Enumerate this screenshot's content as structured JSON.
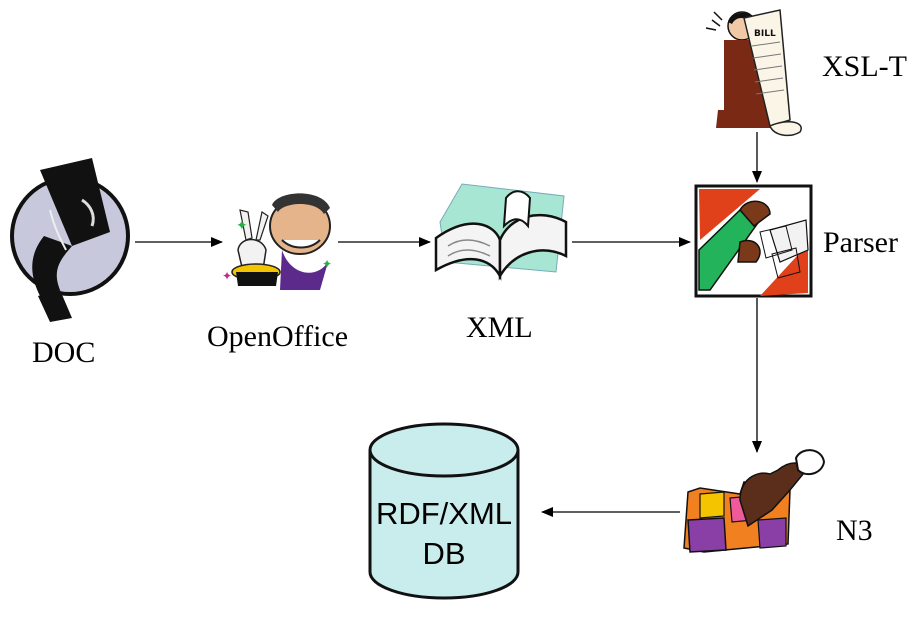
{
  "nodes": {
    "doc": {
      "label": "DOC",
      "icon": "hand-holding-document-icon"
    },
    "openoffice": {
      "label": "OpenOffice",
      "icon": "magician-with-rabbit-icon"
    },
    "xml": {
      "label": "XML",
      "icon": "open-book-icon"
    },
    "xslt": {
      "label": "XSL-T",
      "icon": "man-reading-bill-scroll-icon"
    },
    "parser": {
      "label": "Parser",
      "icon": "hands-sorting-papers-icon"
    },
    "n3": {
      "label": "N3",
      "icon": "hand-assembling-puzzle-icon"
    },
    "db": {
      "line1": "RDF/XML",
      "line2": "DB",
      "icon": "database-cylinder-icon"
    }
  },
  "colors": {
    "db_fill": "#c9ecec",
    "arrow": "#000000",
    "puzzle_orange": "#f08020",
    "puzzle_purple": "#8a3fa6",
    "parser_red": "#e0401a",
    "parser_green": "#23b35a",
    "bill_brown": "#7a2a14"
  }
}
